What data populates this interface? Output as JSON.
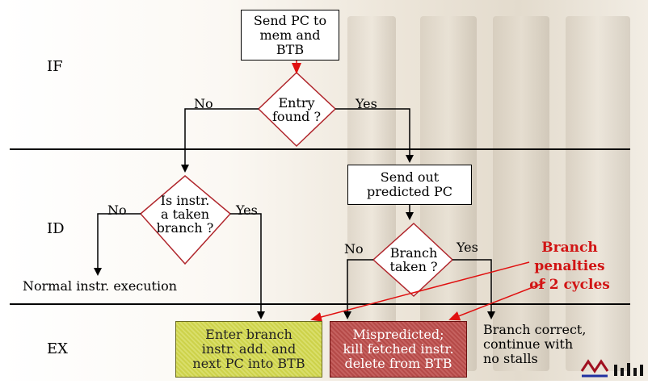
{
  "stages": [
    "IF",
    "ID",
    "EX"
  ],
  "nodes": {
    "send_pc": "Send PC to\nmem and\nBTB",
    "entry_found": "Entry\nfound ?",
    "is_taken": "Is instr.\na taken\nbranch ?",
    "send_predicted": "Send out\npredicted PC",
    "branch_taken": "Branch\ntaken ?",
    "normal_exec": "Normal instr. execution",
    "enter_branch": "Enter branch\ninstr. add. and\nnext PC into BTB",
    "mispredicted": "Mispredicted;\nkill fetched instr.\ndelete from BTB",
    "branch_correct": "Branch correct,\ncontinue with\nno stalls"
  },
  "branch_labels": {
    "entry_no": "No",
    "entry_yes": "Yes",
    "taken_no": "No",
    "taken_yes": "Yes",
    "bt_no": "No",
    "bt_yes": "Yes"
  },
  "annotation": "Branch\npenalties\nof 2 cycles",
  "colors": {
    "annotation": "#d11414",
    "arrow_red": "#e01010",
    "yellow_box": "#d2d75a",
    "red_box": "#bb5250"
  },
  "logo_icon": "university-logo-icon"
}
